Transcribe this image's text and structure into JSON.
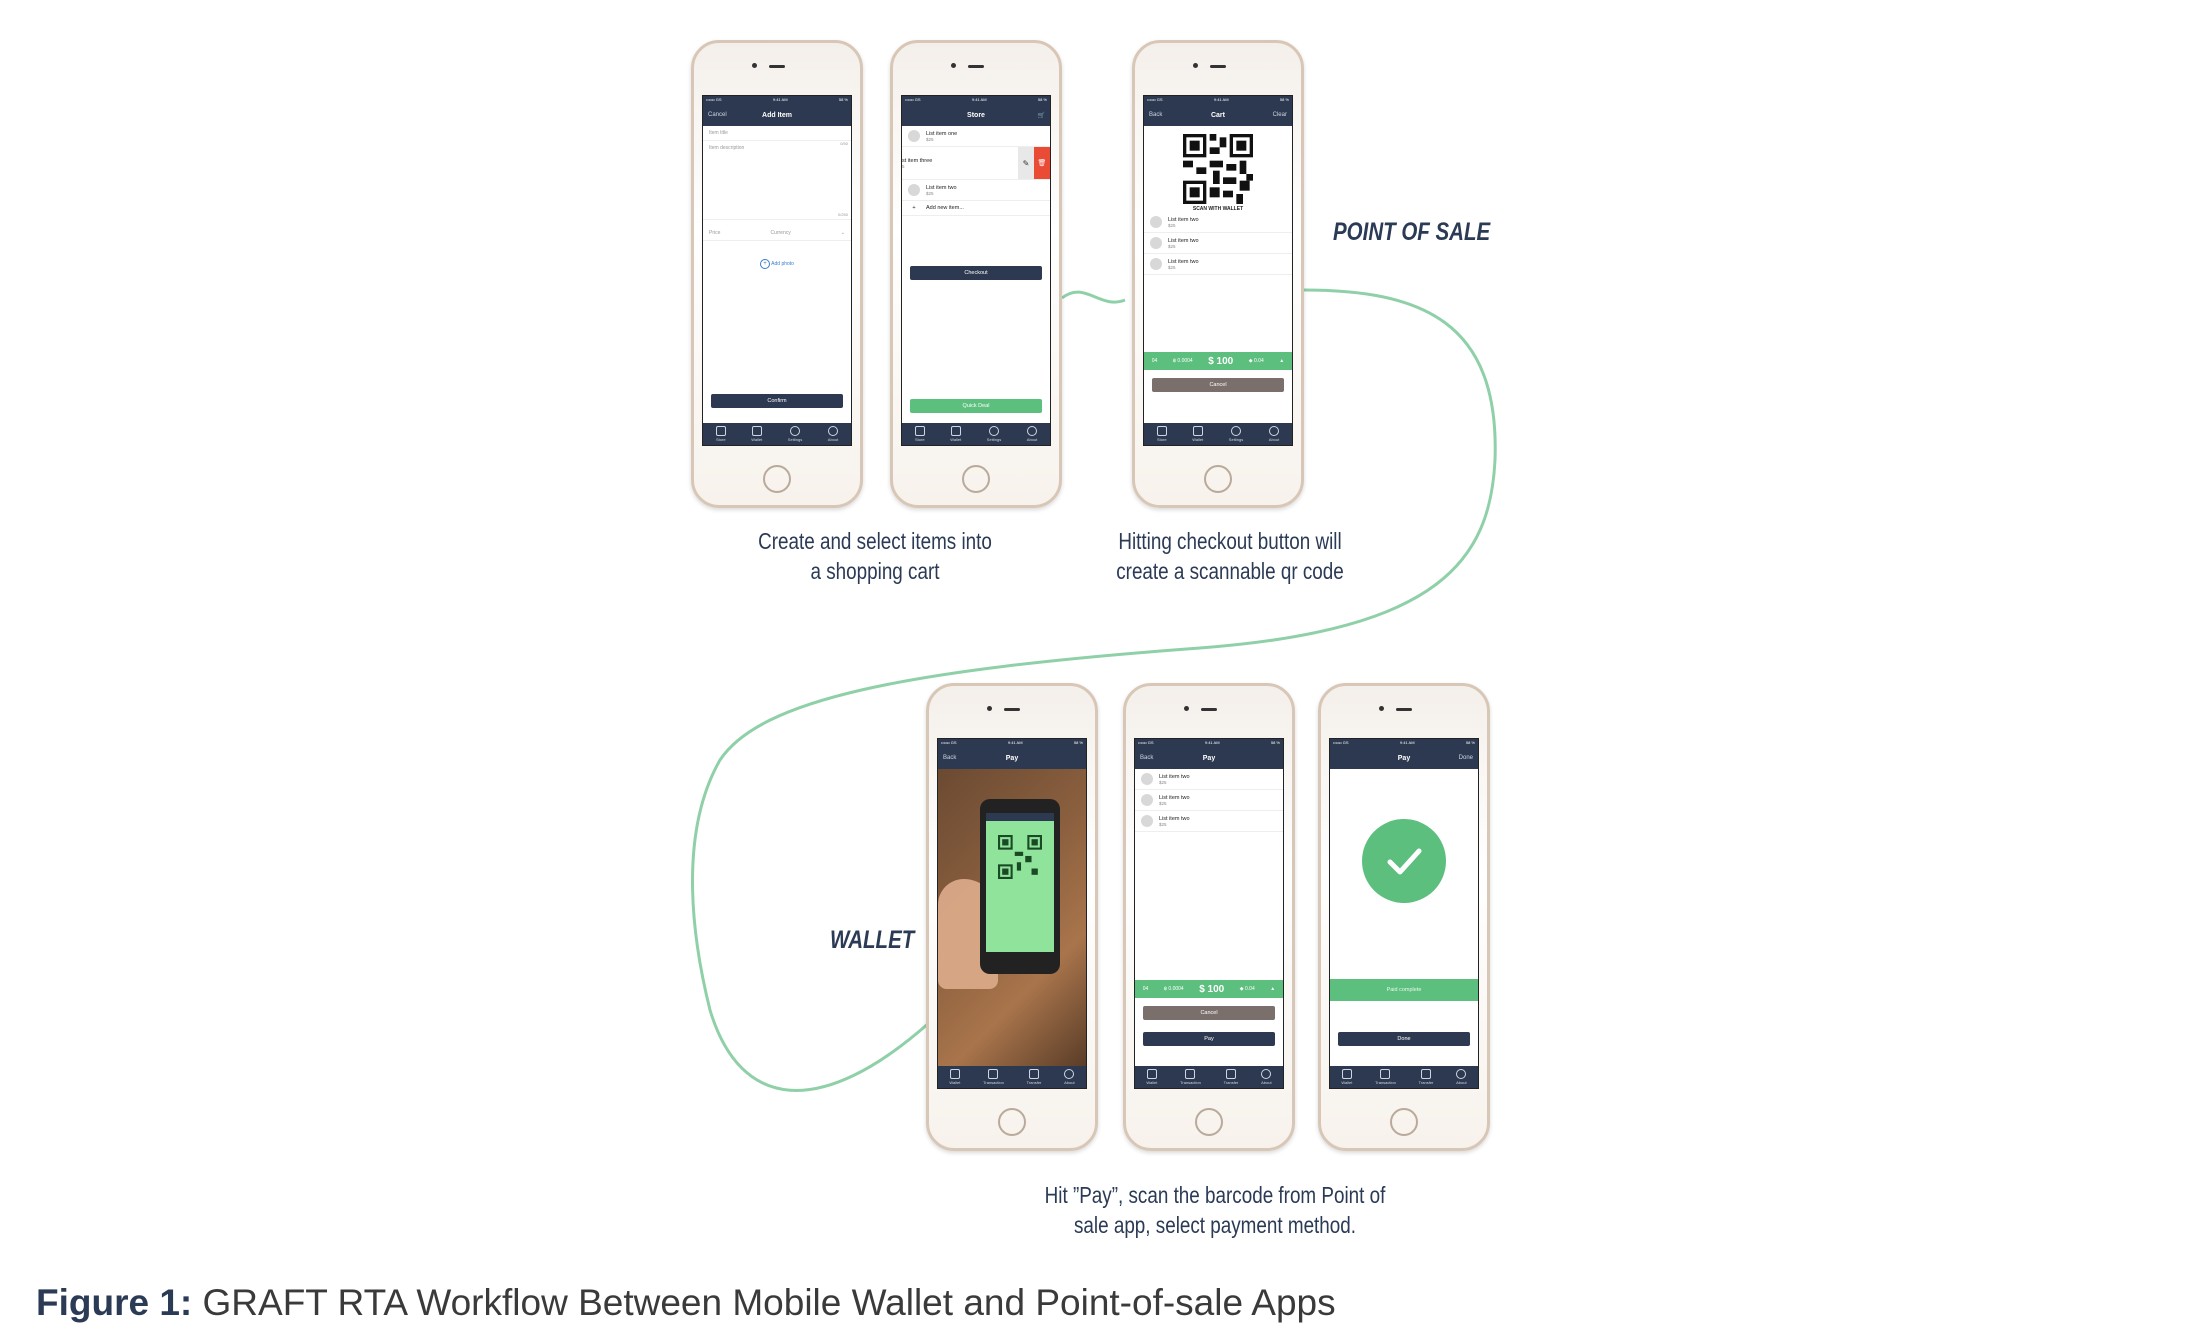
{
  "colors": {
    "navy": "#2d3950",
    "green": "#5cbf7e",
    "curve": "#8fd0a8",
    "text": "#2b3a55",
    "grey_btn": "#7a6f6a",
    "red": "#e94b35"
  },
  "labels": {
    "point_of_sale": "POINT OF SALE",
    "wallet": "WALLET"
  },
  "captions": {
    "step1": "Create and select items into a shopping cart",
    "step2": "Hitting checkout button will create a scannable qr code",
    "step3": "Hit ”Pay”, scan the barcode from Point of sale app, select payment method."
  },
  "figure": {
    "prefix": "Figure 1:",
    "text": " GRAFT RTA Workflow Between Mobile Wallet and Point-of-sale Apps"
  },
  "status": {
    "carrier": "•••oo GS",
    "time": "9:41 AM",
    "battery": "58 %"
  },
  "pos_tabs": [
    "Store",
    "Wallet",
    "Settings",
    "About"
  ],
  "wallet_tabs": [
    "Wallet",
    "Transaction",
    "Transfer",
    "About"
  ],
  "phone1": {
    "left": "Cancel",
    "title": "Add Item",
    "item_title": "Item title",
    "item_description": "Item description",
    "counter1": "0/50",
    "counter2": "0/250",
    "price": "Price",
    "currency": "Currency",
    "add_photo": "Add photo",
    "confirm": "Confirm"
  },
  "phone2": {
    "title": "Store",
    "items": [
      {
        "name": "List item one",
        "price": "$25"
      },
      {
        "name": "st item three",
        "price": "5"
      },
      {
        "name": "List item two",
        "price": "$25"
      }
    ],
    "add_new": "Add new item...",
    "checkout": "Checkout",
    "quick_deal": "Quick Deal"
  },
  "phone3": {
    "left": "Back",
    "title": "Cart",
    "right": "Clear",
    "scan": "SCAN WITH WALLET",
    "items": [
      {
        "name": "List item two",
        "price": "$25"
      },
      {
        "name": "List item two",
        "price": "$25"
      },
      {
        "name": "List item two",
        "price": "$25"
      }
    ],
    "btc": "0.0004",
    "amount": "$ 100",
    "eth": "0.04",
    "edge_left": "04",
    "cancel": "Cancel"
  },
  "phone4": {
    "left": "Back",
    "title": "Pay"
  },
  "phone5": {
    "left": "Back",
    "title": "Pay",
    "items": [
      {
        "name": "List item two",
        "price": "$25"
      },
      {
        "name": "List item two",
        "price": "$25"
      },
      {
        "name": "List item two",
        "price": "$25"
      }
    ],
    "btc": "0.0004",
    "amount": "$ 100",
    "eth": "0.04",
    "edge_left": "04",
    "cancel": "Cancel",
    "pay": "Pay"
  },
  "phone6": {
    "title": "Pay",
    "right": "Done",
    "paid": "Paid complete",
    "done": "Done"
  }
}
